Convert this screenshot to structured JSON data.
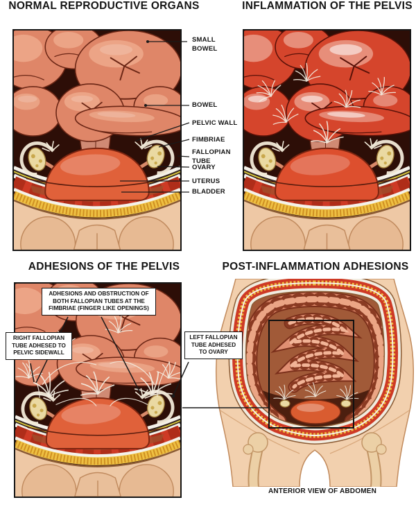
{
  "panels": {
    "normal": {
      "title": "NORMAL REPRODUCTIVE ORGANS",
      "labels": [
        "SMALL BOWEL",
        "BOWEL",
        "PELVIC WALL",
        "FIMBRIAE",
        "FALLOPIAN TUBE",
        "OVARY",
        "UTERUS",
        "BLADDER"
      ]
    },
    "inflammation": {
      "title": "INFLAMMATION OF THE PELVIS"
    },
    "adhesions": {
      "title": "ADHESIONS OF THE PELVIS",
      "callouts": [
        "ADHESIONS AND OBSTRUCTION OF BOTH FALLOPIAN TUBES AT THE FIMBRIAE (FINGER LIKE OPENINGS)",
        "RIGHT FALLOPIAN TUBE ADHESED TO PELVIC SIDEWALL",
        "LEFT FALLOPIAN TUBE ADHESED TO OVARY"
      ]
    },
    "post_inflammation": {
      "title": "POST-INFLAMMATION ADHESIONS",
      "caption": "ANTERIOR VIEW OF ABDOMEN"
    }
  },
  "colors": {
    "bowel_normal": "#df8668",
    "bowel_inflamed": "#d5452c",
    "uterus": "#e0613a",
    "ovary": "#ead9a2",
    "muscle_red": "#ce3a25",
    "fat_yellow": "#eec043",
    "skin": "#f2d0ae",
    "adhesion_white": "#f4efe3",
    "ink": "#1a1a1a"
  }
}
